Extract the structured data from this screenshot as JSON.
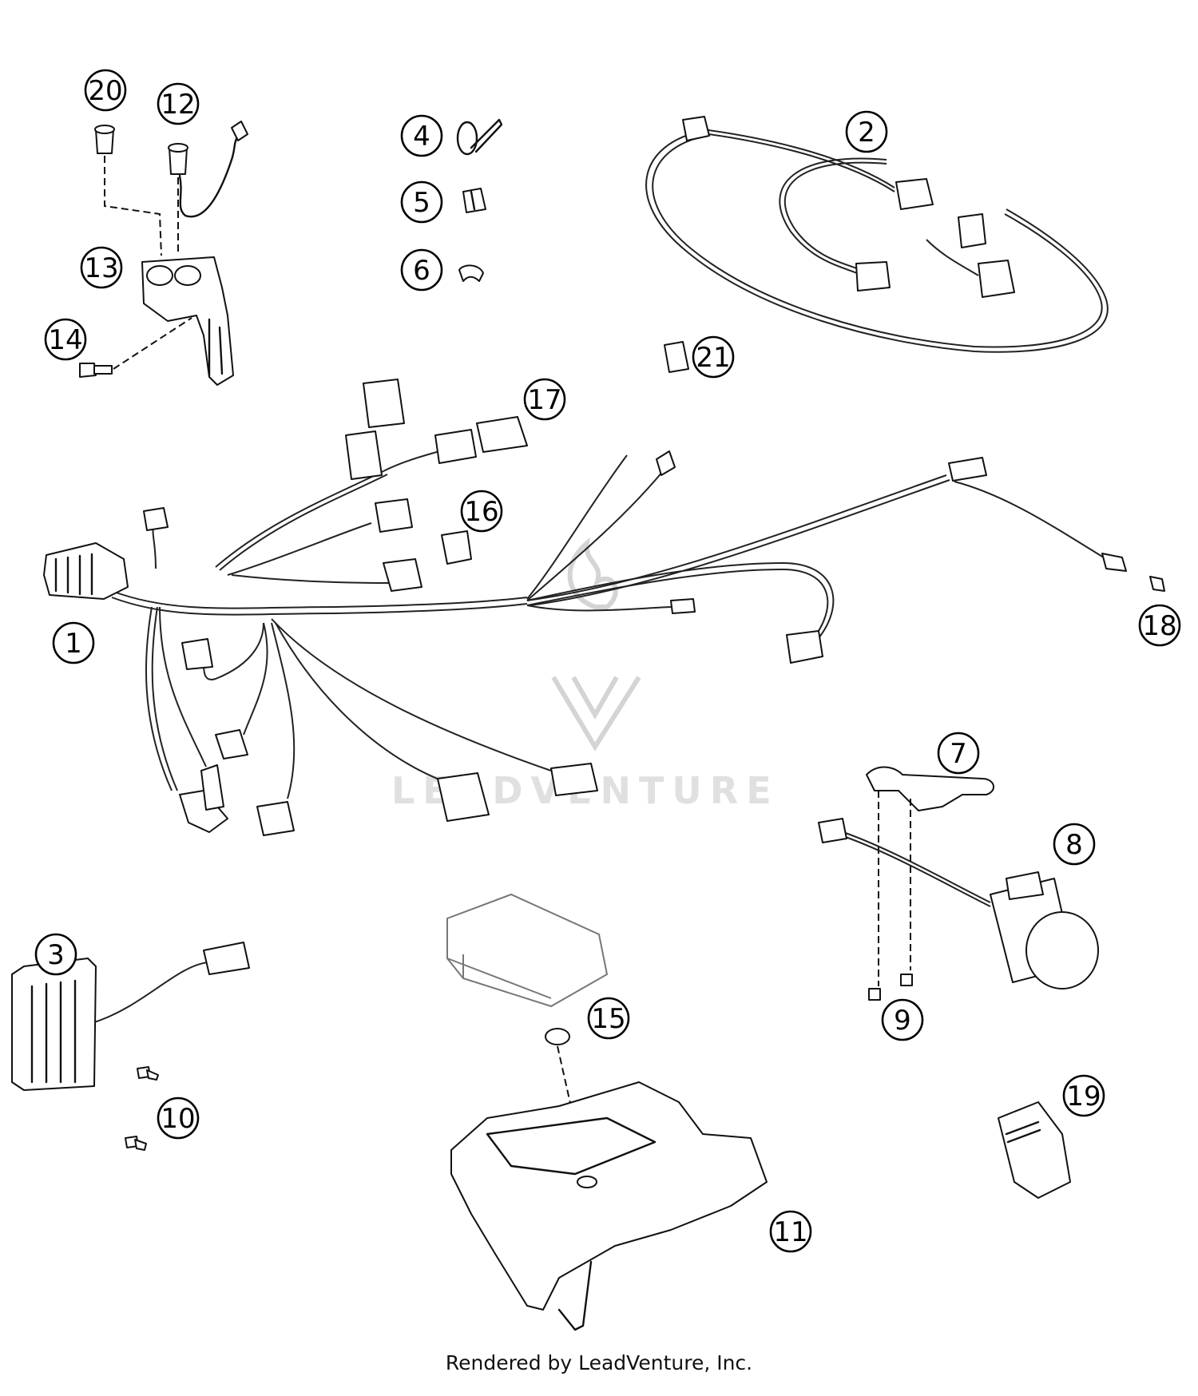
{
  "diagram": {
    "callouts": [
      {
        "id": "1",
        "label": "1"
      },
      {
        "id": "2",
        "label": "2"
      },
      {
        "id": "3",
        "label": "3"
      },
      {
        "id": "4",
        "label": "4"
      },
      {
        "id": "5",
        "label": "5"
      },
      {
        "id": "6",
        "label": "6"
      },
      {
        "id": "7",
        "label": "7"
      },
      {
        "id": "8",
        "label": "8"
      },
      {
        "id": "9",
        "label": "9"
      },
      {
        "id": "10",
        "label": "10"
      },
      {
        "id": "11",
        "label": "11"
      },
      {
        "id": "12",
        "label": "12"
      },
      {
        "id": "13",
        "label": "13"
      },
      {
        "id": "14",
        "label": "14"
      },
      {
        "id": "15",
        "label": "15"
      },
      {
        "id": "16",
        "label": "16"
      },
      {
        "id": "17",
        "label": "17"
      },
      {
        "id": "18",
        "label": "18"
      },
      {
        "id": "19",
        "label": "19"
      },
      {
        "id": "20",
        "label": "20"
      },
      {
        "id": "21",
        "label": "21"
      }
    ]
  },
  "watermark": {
    "text": "LEADVENTURE",
    "logo_icon": "leadventure-flame-logo-icon"
  },
  "footer": {
    "text": "Rendered by LeadVenture, Inc."
  }
}
